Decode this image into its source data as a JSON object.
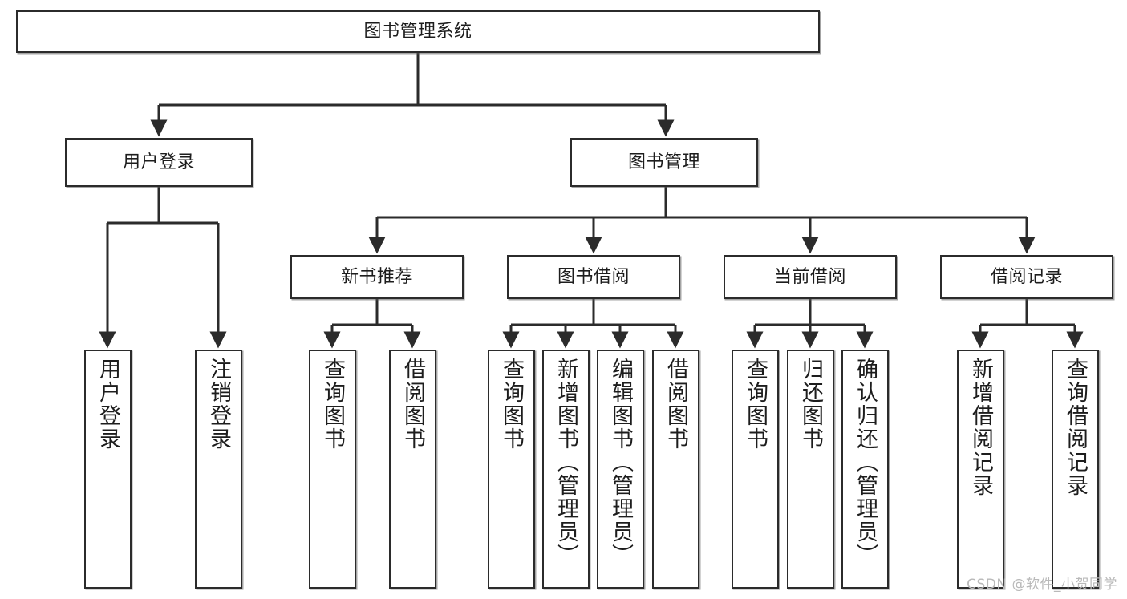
{
  "diagram": {
    "title": "图书管理系统",
    "type": "tree",
    "root": {
      "id": "root",
      "label": "图书管理系统",
      "orientation": "horizontal"
    },
    "level1": [
      {
        "id": "user-login",
        "label": "用户登录",
        "orientation": "horizontal"
      },
      {
        "id": "book-manage",
        "label": "图书管理",
        "orientation": "horizontal"
      }
    ],
    "level2": [
      {
        "id": "new-book-recommend",
        "label": "新书推荐",
        "orientation": "horizontal",
        "parent": "book-manage"
      },
      {
        "id": "book-borrow",
        "label": "图书借阅",
        "orientation": "horizontal",
        "parent": "book-manage"
      },
      {
        "id": "current-borrow",
        "label": "当前借阅",
        "orientation": "horizontal",
        "parent": "book-manage"
      },
      {
        "id": "borrow-record",
        "label": "借阅记录",
        "orientation": "horizontal",
        "parent": "book-manage"
      }
    ],
    "leaves": [
      {
        "id": "leaf-user-login",
        "label": "用户登录",
        "parent": "user-login"
      },
      {
        "id": "leaf-logout",
        "label": "注销登录",
        "parent": "user-login"
      },
      {
        "id": "leaf-query-book-1",
        "label": "查询图书",
        "parent": "new-book-recommend"
      },
      {
        "id": "leaf-borrow-book-1",
        "label": "借阅图书",
        "parent": "new-book-recommend"
      },
      {
        "id": "leaf-query-book-2",
        "label": "查询图书",
        "parent": "book-borrow"
      },
      {
        "id": "leaf-add-book",
        "label": "新增图书（管理员）",
        "parent": "book-borrow"
      },
      {
        "id": "leaf-edit-book",
        "label": "编辑图书（管理员）",
        "parent": "book-borrow"
      },
      {
        "id": "leaf-borrow-book-2",
        "label": "借阅图书",
        "parent": "book-borrow"
      },
      {
        "id": "leaf-query-book-3",
        "label": "查询图书",
        "parent": "current-borrow"
      },
      {
        "id": "leaf-return-book",
        "label": "归还图书",
        "parent": "current-borrow"
      },
      {
        "id": "leaf-confirm-return",
        "label": "确认归还（管理员）",
        "parent": "current-borrow"
      },
      {
        "id": "leaf-add-record",
        "label": "新增借阅记录",
        "parent": "borrow-record"
      },
      {
        "id": "leaf-query-record",
        "label": "查询借阅记录",
        "parent": "borrow-record"
      }
    ]
  },
  "watermark": {
    "text": "CSDN @软件_小贺同学"
  },
  "colors": {
    "background": "#ffffff",
    "node_border": "#2b2b2b",
    "node_fill": "#ffffff",
    "text": "#1d1d1d",
    "edge": "#2b2b2b",
    "watermark": "#b9b9b9"
  }
}
